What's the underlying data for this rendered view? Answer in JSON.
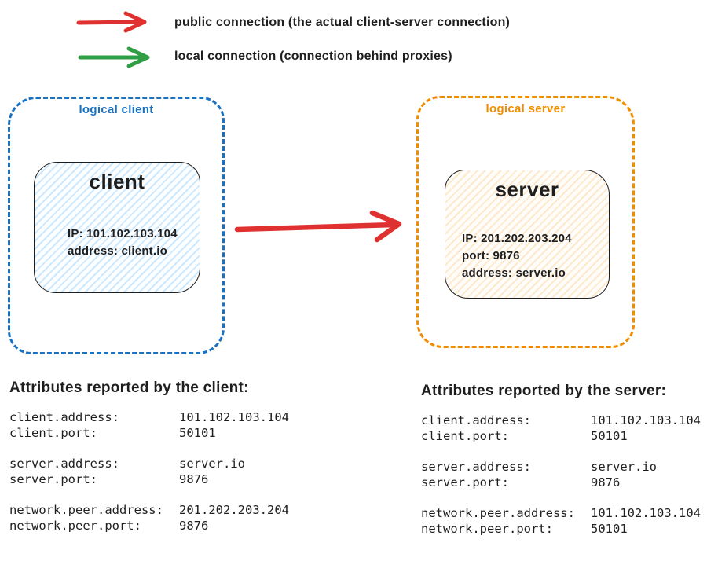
{
  "colors": {
    "red": "#e03131",
    "green": "#2f9e44",
    "blue": "#1971c2",
    "orange": "#f08c00",
    "ink": "#1e1e1e",
    "client-hatch": "rgba(165,216,255,0.55)",
    "server-hatch": "rgba(255,216,168,0.55)"
  },
  "legend": {
    "items": [
      {
        "icon": "red-arrow",
        "color": "#e03131",
        "label": "public connection (the actual client-server connection)"
      },
      {
        "icon": "green-arrow",
        "color": "#2f9e44",
        "label": "local connection (connection behind proxies)"
      }
    ]
  },
  "diagram": {
    "logical_client": {
      "label": "logical client",
      "border_color": "#1971c2",
      "node": {
        "title": "client",
        "lines": [
          "IP: 101.102.103.104",
          "address: client.io"
        ]
      }
    },
    "logical_server": {
      "label": "logical server",
      "border_color": "#f08c00",
      "node": {
        "title": "server",
        "lines": [
          "IP: 201.202.203.204",
          "port: 9876",
          "address: server.io"
        ]
      }
    },
    "connection": {
      "type": "public",
      "color": "#e03131",
      "direction": "client-to-server"
    }
  },
  "attributes": {
    "client": {
      "heading": "Attributes reported by the client:",
      "groups": [
        [
          {
            "key": "client.address:",
            "value": "101.102.103.104"
          },
          {
            "key": "client.port:",
            "value": "50101"
          }
        ],
        [
          {
            "key": "server.address:",
            "value": "server.io"
          },
          {
            "key": "server.port:",
            "value": "9876"
          }
        ],
        [
          {
            "key": "network.peer.address:",
            "value": "201.202.203.204"
          },
          {
            "key": "network.peer.port:",
            "value": "9876"
          }
        ]
      ]
    },
    "server": {
      "heading": "Attributes reported by the server:",
      "groups": [
        [
          {
            "key": "client.address:",
            "value": "101.102.103.104"
          },
          {
            "key": "client.port:",
            "value": "50101"
          }
        ],
        [
          {
            "key": "server.address:",
            "value": "server.io"
          },
          {
            "key": "server.port:",
            "value": "9876"
          }
        ],
        [
          {
            "key": "network.peer.address:",
            "value": "101.102.103.104"
          },
          {
            "key": "network.peer.port:",
            "value": "50101"
          }
        ]
      ]
    }
  }
}
